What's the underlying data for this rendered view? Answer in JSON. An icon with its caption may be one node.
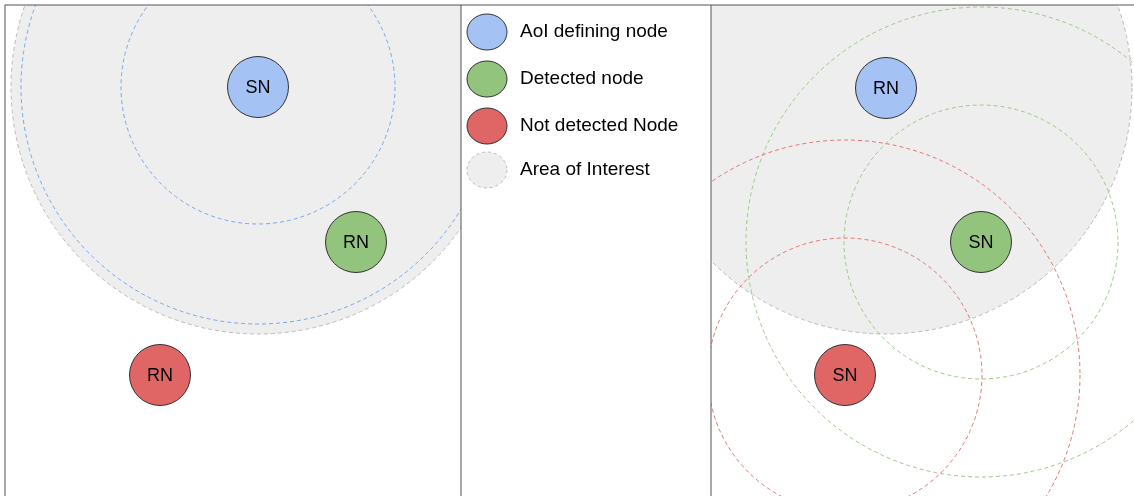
{
  "diagram": {
    "nodes": [
      {
        "text": [
          "SN"
        ]
      },
      {
        "text": [
          "RN"
        ]
      },
      {
        "text": [
          "RN"
        ]
      },
      {
        "text": [
          "RN"
        ]
      },
      {
        "text": [
          "SN"
        ]
      },
      {
        "text": [
          "SN"
        ]
      }
    ],
    "legend": [
      {
        "text": "AoI defining node",
        "color": "#a4c2f4"
      },
      {
        "text": "Detected node",
        "color": "#93c47d"
      },
      {
        "text": "Not detected Node",
        "color": "#e06666"
      },
      {
        "text": "Area of Interest",
        "color": "#eeeeee"
      }
    ]
  }
}
